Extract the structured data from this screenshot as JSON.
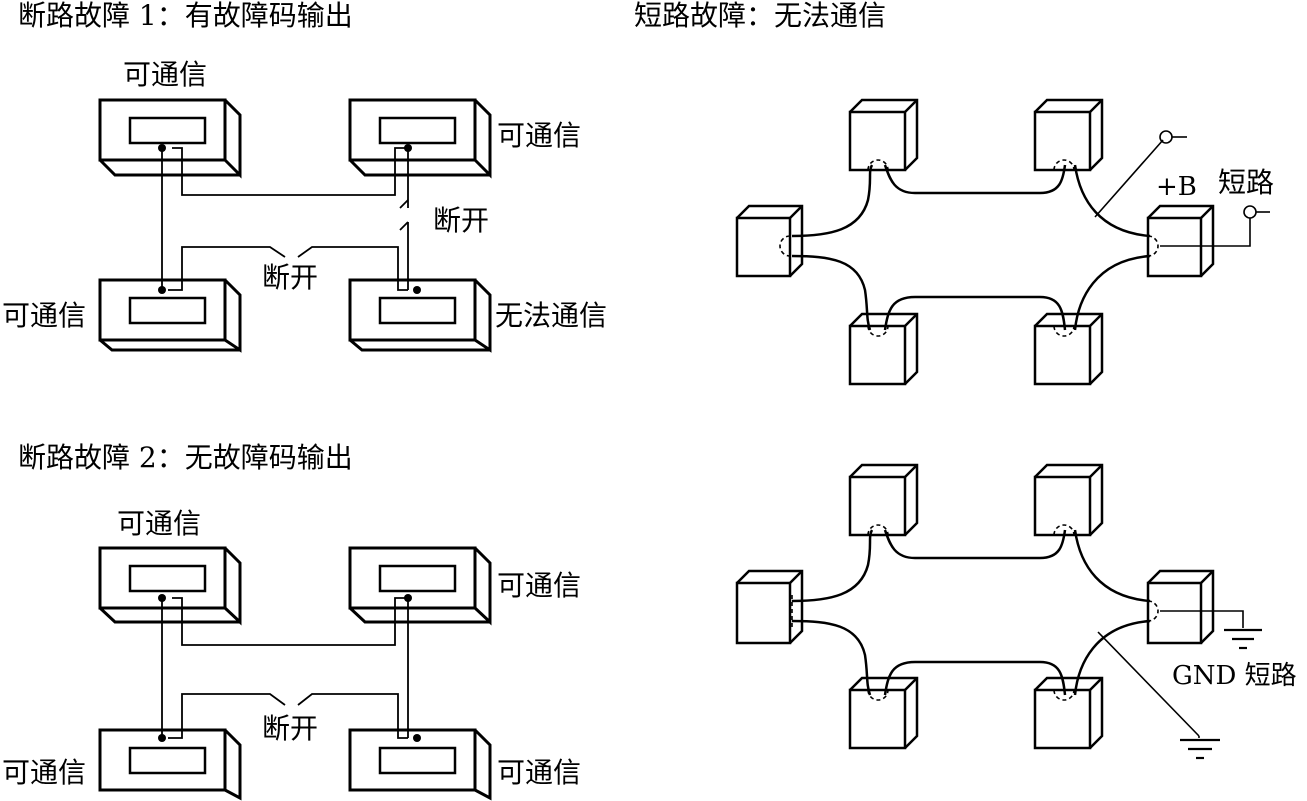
{
  "panels": {
    "open1": {
      "title": "断路故障 1：有故障码输出",
      "ecu_top_left": "可通信",
      "ecu_top_right": "可通信",
      "ecu_bottom_left": "可通信",
      "ecu_bottom_right": "无法通信",
      "break_right": "断开",
      "break_middle": "断开"
    },
    "open2": {
      "title": "断路故障 2：无故障码输出",
      "ecu_top_left": "可通信",
      "ecu_top_right": "可通信",
      "ecu_bottom_left": "可通信",
      "ecu_bottom_right": "可通信",
      "break_middle": "断开"
    },
    "short": {
      "title": "短路故障：无法通信",
      "plus_b": "+B",
      "short_to_b": "短路",
      "gnd_short": "GND 短路"
    }
  }
}
